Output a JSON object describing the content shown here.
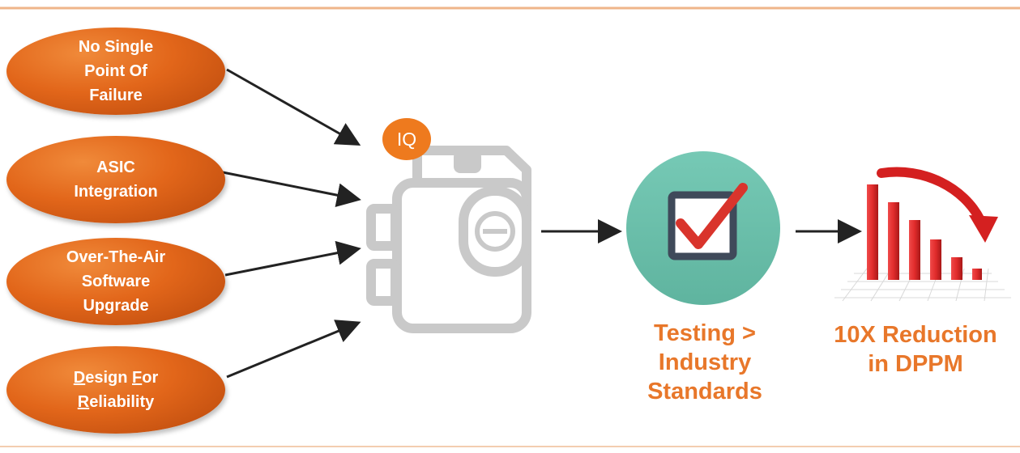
{
  "inputs": {
    "no_single_point": [
      "No Single",
      "Point Of",
      "Failure"
    ],
    "asic": [
      "ASIC",
      "Integration"
    ],
    "ota": [
      "Over-The-Air",
      "Software",
      "Upgrade"
    ],
    "dfr": {
      "line1_u": "D",
      "line1_a": "esign ",
      "line1_b": "F",
      "line1_c": "or",
      "line2_u": "R",
      "line2_a": "eliability"
    }
  },
  "badge": "IQ",
  "testing_caption": [
    "Testing >",
    "Industry",
    "Standards"
  ],
  "reduction_caption": [
    "10X Reduction",
    "in DPPM"
  ],
  "colors": {
    "orange": "#e8772a",
    "oval_dark": "#b8480c",
    "teal": "#6ec2ae",
    "check_red": "#d9342c",
    "bar_red": "#e02b2b",
    "icon_gray": "#c9c9c9",
    "rule": "#efb58a"
  },
  "icons": {
    "device": "smart-meter-icon",
    "check": "checkbox-checked-icon",
    "chart": "declining-bar-chart-icon"
  }
}
